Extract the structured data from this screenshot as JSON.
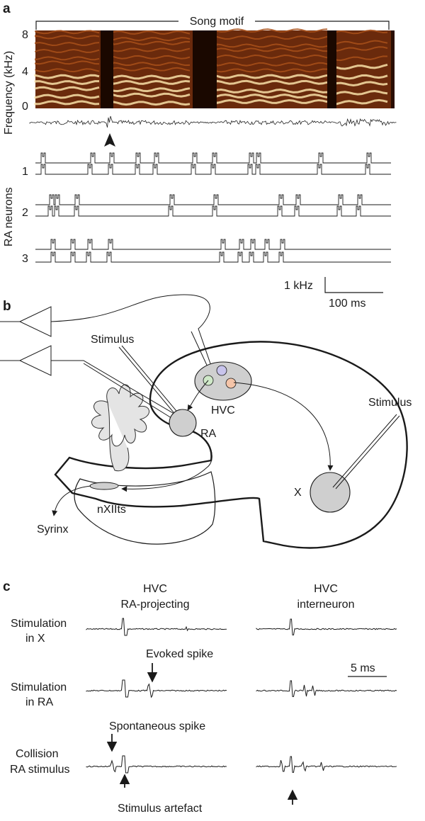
{
  "panel_a": {
    "letter": "a",
    "motif_label": "Song motif",
    "freq_axis_label": "Frequency (kHz)",
    "freq_ticks": [
      "8",
      "4",
      "0"
    ],
    "neurons_axis_label": "RA neurons",
    "neuron_ids": [
      "1",
      "2",
      "3"
    ],
    "scalebar_y": "1 kHz",
    "scalebar_x": "100 ms"
  },
  "panel_b": {
    "letter": "b",
    "stimulus_left": "Stimulus",
    "stimulus_right": "Stimulus",
    "hvc": "HVC",
    "ra": "RA",
    "x": "X",
    "nxiits": "nXIIts",
    "syrinx": "Syrinx"
  },
  "panel_c": {
    "letter": "c",
    "col1_line1": "HVC",
    "col1_line2": "RA-projecting",
    "col2_line1": "HVC",
    "col2_line2": "interneuron",
    "row1_line1": "Stimulation",
    "row1_line2": "in X",
    "row2_line1": "Stimulation",
    "row2_line2": "in RA",
    "row3_line1": "Collision",
    "row3_line2": "RA stimulus",
    "evoked_spike": "Evoked spike",
    "spontaneous_spike": "Spontaneous spike",
    "stimulus_artefact": "Stimulus artefact",
    "scalebar": "5 ms"
  },
  "colors": {
    "spectro_dark": "#2a0e02",
    "spectro_mid": "#a8501a",
    "spectro_bright": "#f8e0a8",
    "cell_green": "#cfe8c8",
    "cell_purple": "#c8c4ec",
    "cell_orange": "#f4c4a8",
    "region_gray": "#d0d0d0"
  }
}
